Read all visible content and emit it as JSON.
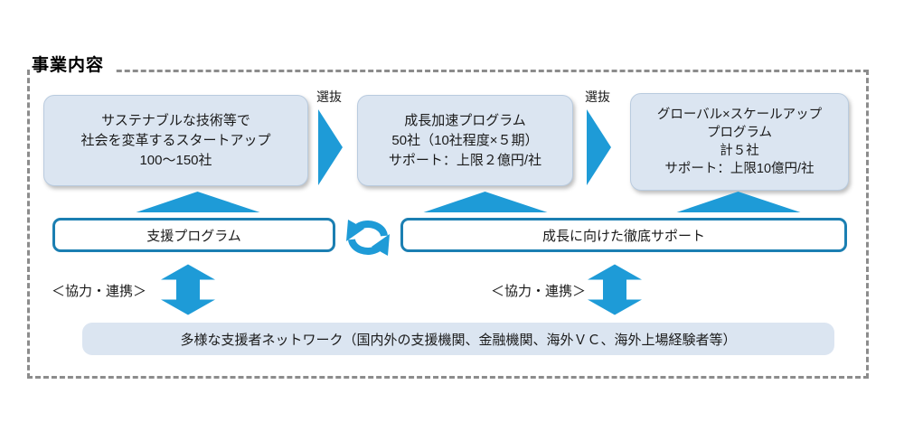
{
  "title": "事業内容",
  "colors": {
    "accent_blue": "#1e9bd7",
    "stage_fill": "#dbe5f1",
    "stage_border": "#b9cbdf",
    "program_border": "#1b7fb2",
    "frame_dash": "#8c8c8c",
    "text": "#1a1a1a"
  },
  "pipeline": {
    "selection_label": "選抜",
    "stages": [
      {
        "lines": [
          "サステナブルな技術等で",
          "社会を変革するスタートアップ",
          "100～150社"
        ]
      },
      {
        "lines": [
          "成長加速プログラム",
          "50社（10社程度×５期）",
          "サポート：上限２億円/社"
        ]
      },
      {
        "lines": [
          "グローバル×スケールアップ",
          "プログラム",
          "計５社",
          "サポート：上限10億円/社"
        ]
      }
    ]
  },
  "programs": {
    "support_program": "支援プログラム",
    "growth_support": "成長に向けた徹底サポート"
  },
  "cooperation_label": "＜協力・連携＞",
  "network_bar": "多様な支援者ネットワーク（国内外の支援機関、金融機関、海外ＶＣ、海外上場経験者等）"
}
